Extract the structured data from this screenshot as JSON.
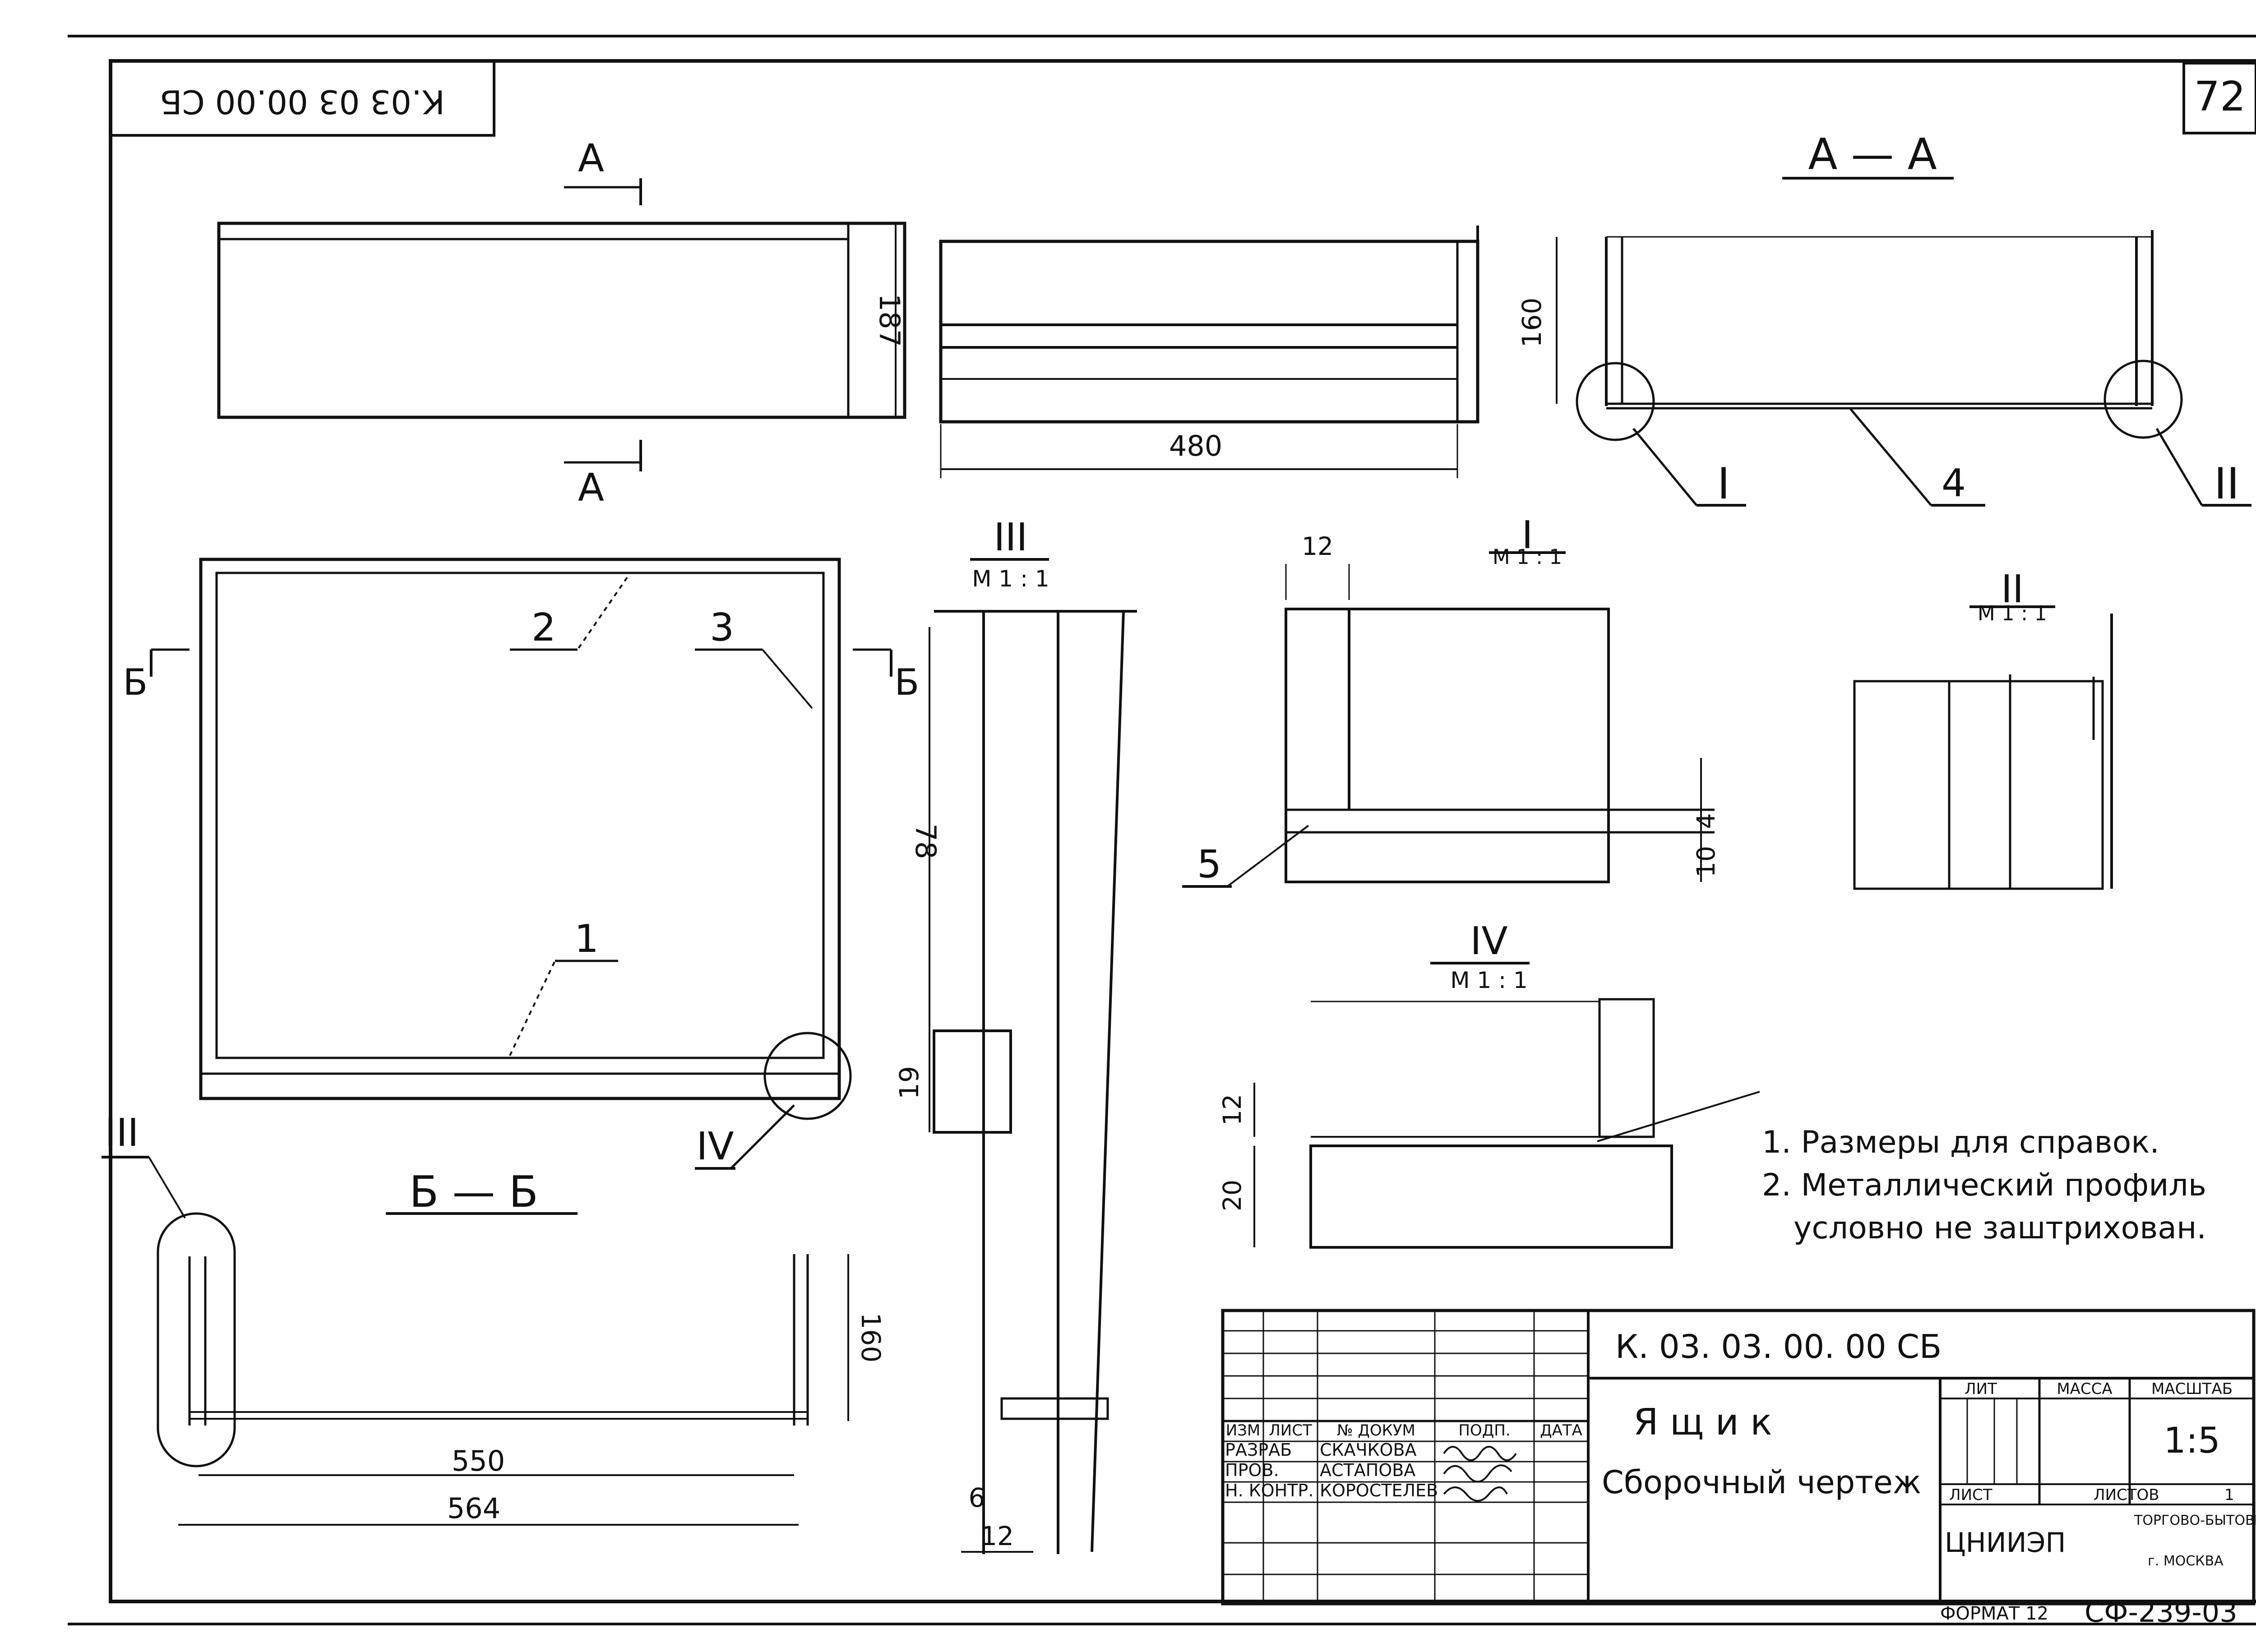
{
  "drawing": {
    "page_number": "72",
    "top_stamp_mirrored": "К.03 03 00.00 СБ",
    "format_label": "ФОРМАТ 12",
    "archive_code": "СФ-239-03"
  },
  "section_marks": {
    "a": "А",
    "b": "Б",
    "a_a_title": "А — А",
    "b_b_title": "Б — Б"
  },
  "callouts": {
    "part_1": "1",
    "part_2": "2",
    "part_3": "3",
    "part_4": "4",
    "part_5": "5",
    "detail_I": "I",
    "detail_II": "II",
    "detail_III": "III",
    "detail_IV": "IV",
    "scale_1_1": "М 1 : 1"
  },
  "dimensions": {
    "d187": "187",
    "d480": "480",
    "d160": "160",
    "d12": "12",
    "d4": "4",
    "d10": "10",
    "d78": "78",
    "d19": "19",
    "d6": "6",
    "d20": "20",
    "d550": "550",
    "d564": "564"
  },
  "notes": [
    "1. Размеры для справок.",
    "2. Металлический профиль",
    "условно не заштрихован."
  ],
  "title_block": {
    "designation": "К. 03. 03. 00. 00 СБ",
    "name": "Я щ и к",
    "doc_type": "Сборочный чертеж",
    "header_lit": "ЛИТ",
    "header_mass": "МАССА",
    "header_scale": "МАСШТАБ",
    "scale_value": "1:5",
    "sheet_label": "ЛИСТ",
    "sheets_label": "ЛИСТОВ",
    "sheets_count": "1",
    "org_code": "ЦНИИЭП",
    "org_name": "ТОРГОВО-БЫТОВЫХ",
    "org_city": "г. МОСКВА",
    "col_headers": [
      "ИЗМ",
      "ЛИСТ",
      "№ ДОКУМ",
      "ПОДП.",
      "ДАТА"
    ],
    "rows": [
      {
        "role": "РАЗРАБ",
        "name": "СКАЧКОВА"
      },
      {
        "role": "ПРОВ.",
        "name": "АСТАПОВА"
      },
      {
        "role": "Н. КОНТР.",
        "name": "КОРОСТЕЛЕВ"
      }
    ]
  }
}
